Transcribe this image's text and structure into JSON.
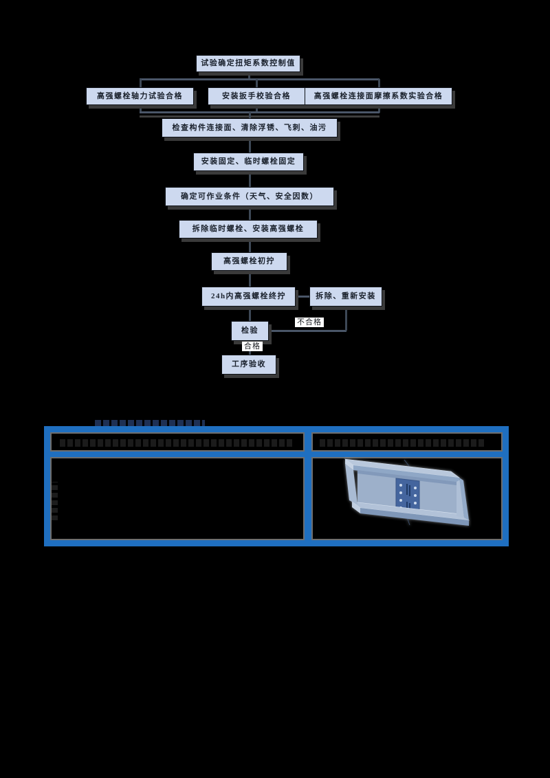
{
  "flowchart": {
    "nodes": [
      {
        "label": "试验确定扭矩系数控制值"
      },
      {
        "label": "高强螺栓轴力试验合格"
      },
      {
        "label": "安装扳手校验合格"
      },
      {
        "label": "高强螺栓连接面摩擦系数实验合格"
      },
      {
        "label": "检查构件连接面、清除浮锈、飞刺、油污"
      },
      {
        "label": "安装固定、临时螺栓固定"
      },
      {
        "label": "确定可作业条件（天气、安全因数）"
      },
      {
        "label": "拆除临时螺栓、安装高强螺栓"
      },
      {
        "label": "高强螺栓初拧"
      },
      {
        "label": "24h内高强螺栓终拧"
      },
      {
        "label": "拆除、重新安装"
      },
      {
        "label": "检验"
      },
      {
        "label": "工序验收"
      }
    ],
    "edge_labels": {
      "fail": "不合格",
      "pass": "合格"
    }
  },
  "table": {
    "columns": 2,
    "rows": 2
  },
  "colors": {
    "background": "#000000",
    "node_fill": "#cdd9ef",
    "node_border": "#0e1116",
    "node_shadow": "#3a3a3a",
    "table_border_blue": "#1f6fc0",
    "cell_border_gray": "#6e6e6e",
    "edge_label_bg": "#ffffff",
    "beam_steel_light": "#b9c8dc",
    "beam_steel_mid": "#8fa7c6",
    "beam_plate_dark": "#44659e"
  }
}
